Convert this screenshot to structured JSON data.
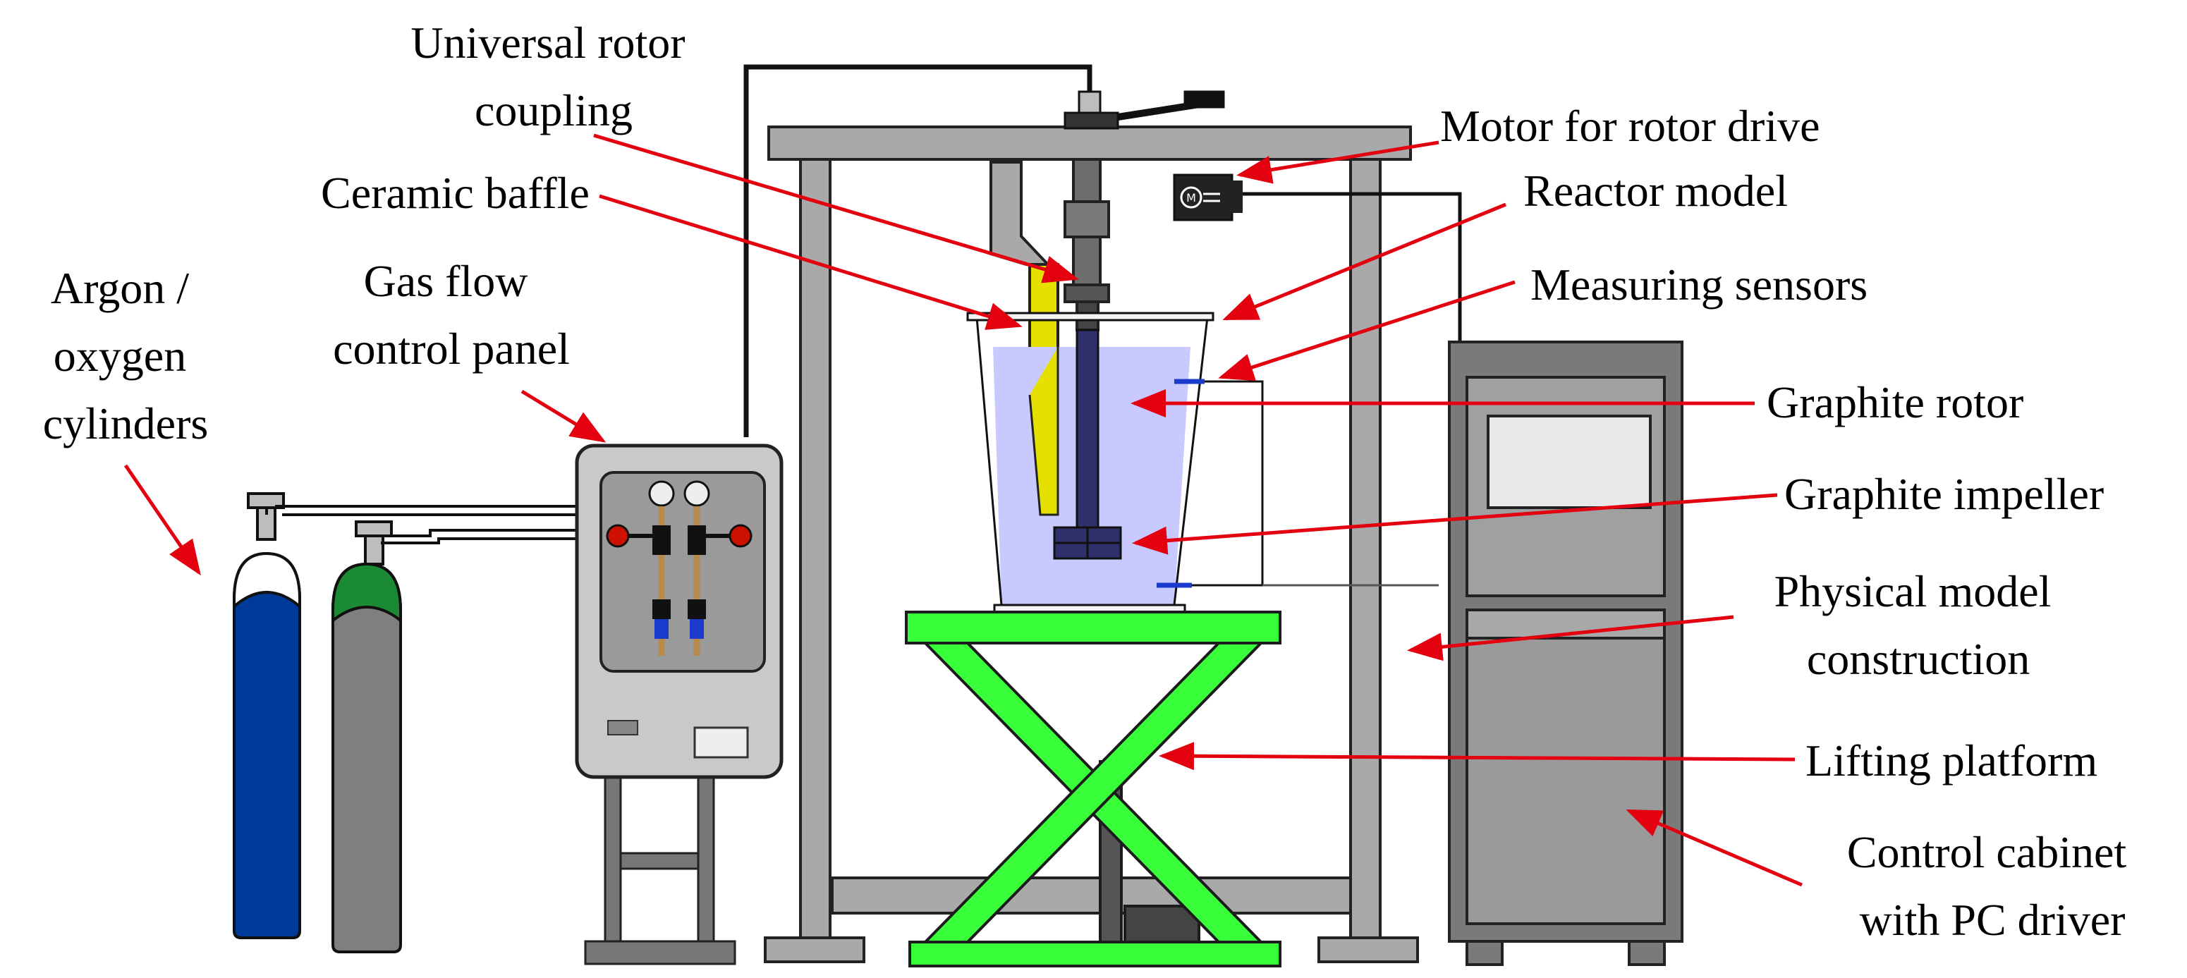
{
  "labels": {
    "universal_rotor_coupling": [
      "Universal rotor",
      "coupling"
    ],
    "ceramic_baffle": "Ceramic baffle",
    "gas_flow_control_panel": [
      "Gas flow",
      "control panel"
    ],
    "argon_oxygen_cylinders": [
      "Argon /",
      "oxygen",
      "cylinders"
    ],
    "motor_for_rotor_drive": "Motor for rotor drive",
    "reactor_model": "Reactor model",
    "measuring_sensors": "Measuring sensors",
    "graphite_rotor": "Graphite rotor",
    "graphite_impeller": "Graphite impeller",
    "physical_model_construction": [
      "Physical model",
      "construction"
    ],
    "lifting_platform": "Lifting platform",
    "control_cabinet": [
      "Control cabinet",
      "with PC driver"
    ]
  },
  "colors": {
    "arrow": "#e3000f",
    "frame": "#a9a9a9",
    "frame_stroke": "#222222",
    "platform": "#39ff3a",
    "water": "#c8caff",
    "baffle": "#e5e000",
    "cylinder_argon": "#003a99",
    "cylinder_oxygen": "#7f7f7f",
    "cylinder_oxygen_cap": "#1a8a35",
    "cabinet": "#7a7a7a",
    "panel": "#c9c9c9"
  },
  "icons": {
    "motor": "motor-icon"
  }
}
